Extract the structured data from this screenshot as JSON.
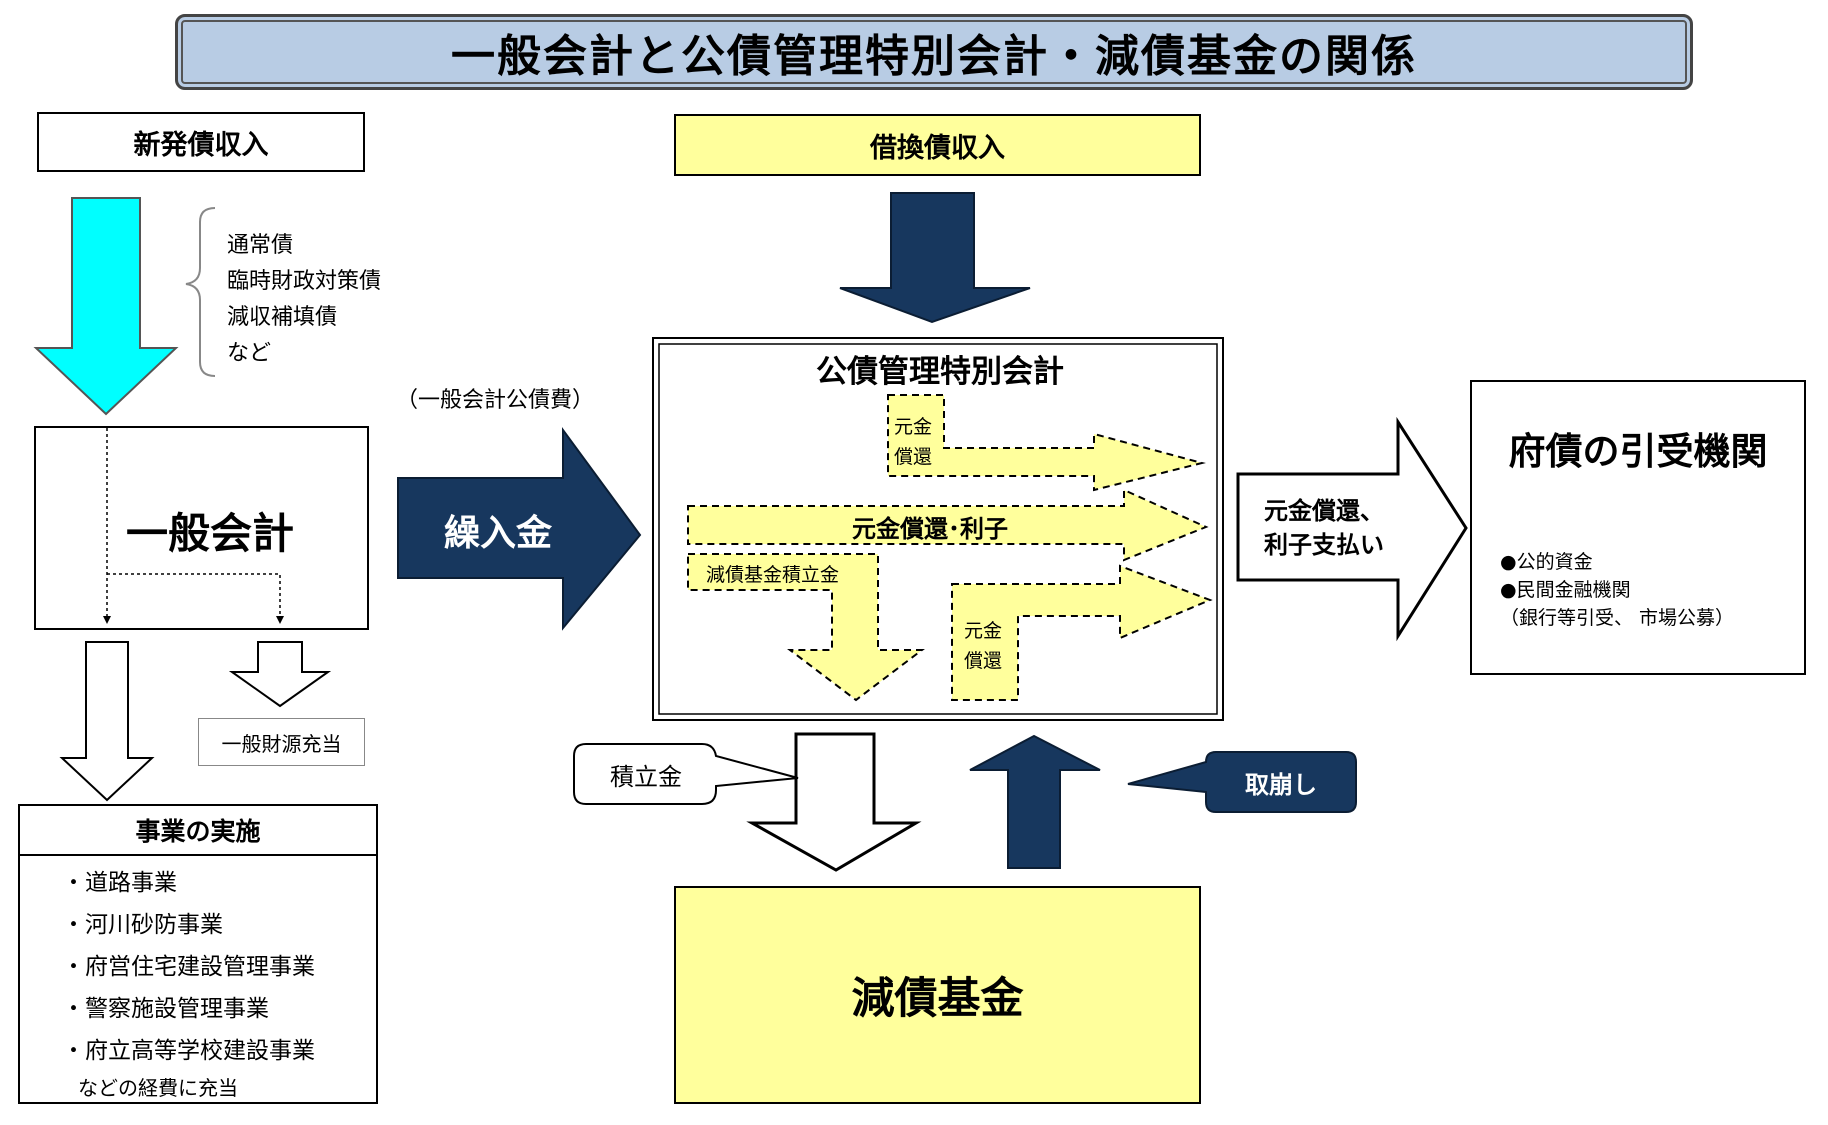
{
  "title": "一般会計と公債管理特別会計・減債基金の関係",
  "new_issue": {
    "label": "新発債収入",
    "types": [
      "通常債",
      "臨時財政対策債",
      "減収補填債",
      "など"
    ]
  },
  "general_account": {
    "label": "一般会計",
    "general_funds": "一般財源充当"
  },
  "projects": {
    "header": "事業の実施",
    "items": [
      "・道路事業",
      "・河川砂防事業",
      "・府営住宅建設管理事業",
      "・警察施設管理事業",
      "・府立高等学校建設事業"
    ],
    "footer": "などの経費に充当"
  },
  "transfer": {
    "note": "（一般会計公債費）",
    "label": "繰入金"
  },
  "refinancing": {
    "label": "借換債収入"
  },
  "special_account": {
    "label": "公債管理特別会計",
    "principal_top": [
      "元金",
      "償還"
    ],
    "principal_interest": "元金償還･利子",
    "sinking_reserve": "減債基金積立金",
    "principal_bottom": [
      "元金",
      "償還"
    ]
  },
  "payment": {
    "label": [
      "元金償還、",
      "利子支払い"
    ]
  },
  "underwriters": {
    "label": "府債の引受機関",
    "items": [
      "●公的資金",
      "●民間金融機関",
      "（銀行等引受、 市場公募）"
    ]
  },
  "reserve_callout": "積立金",
  "withdraw_callout": "取崩し",
  "sinking_fund": {
    "label": "減債基金"
  },
  "colors": {
    "title_bg": "#b8cce4",
    "navy": "#17375e",
    "cyan": "#00ffff",
    "yellow": "#ffff9c"
  }
}
